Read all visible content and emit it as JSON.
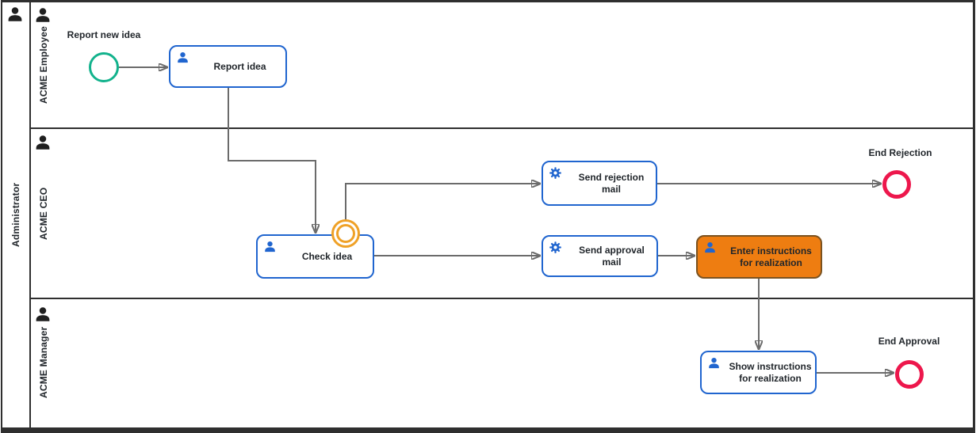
{
  "diagram": {
    "pool": {
      "label": "Administrator"
    },
    "lanes": [
      {
        "label": "ACME Employee"
      },
      {
        "label": "ACME CEO"
      },
      {
        "label": "ACME Manager"
      }
    ],
    "events": {
      "start": {
        "label": "Report new idea",
        "type": "start-event"
      },
      "boundary": {
        "label": "",
        "type": "intermediate-boundary-event"
      },
      "end_rejection": {
        "label": "End Rejection",
        "type": "end-event"
      },
      "end_approval": {
        "label": "End Approval",
        "type": "end-event"
      }
    },
    "tasks": {
      "report_idea": {
        "label": "Report idea",
        "type": "user-task"
      },
      "check_idea": {
        "label": "Check idea",
        "type": "user-task"
      },
      "send_rejection_mail": {
        "label": "Send rejection mail",
        "type": "service-task"
      },
      "send_approval_mail": {
        "label": "Send approval mail",
        "type": "service-task"
      },
      "enter_instructions": {
        "label": "Enter instructions for realization",
        "type": "user-task",
        "highlighted": true
      },
      "show_instructions": {
        "label": "Show instructions for realization",
        "type": "user-task"
      }
    },
    "colors": {
      "task_border": "#2065cf",
      "icon_blue": "#2065cf",
      "start_event": "#12b28c",
      "end_event": "#ed174c",
      "boundary_event": "#efa127",
      "highlight_fill": "#ee7d11",
      "highlight_border": "#7a5220",
      "connector": "#6b6b6b",
      "frame": "#2f2f2f",
      "text": "#21262b"
    }
  }
}
